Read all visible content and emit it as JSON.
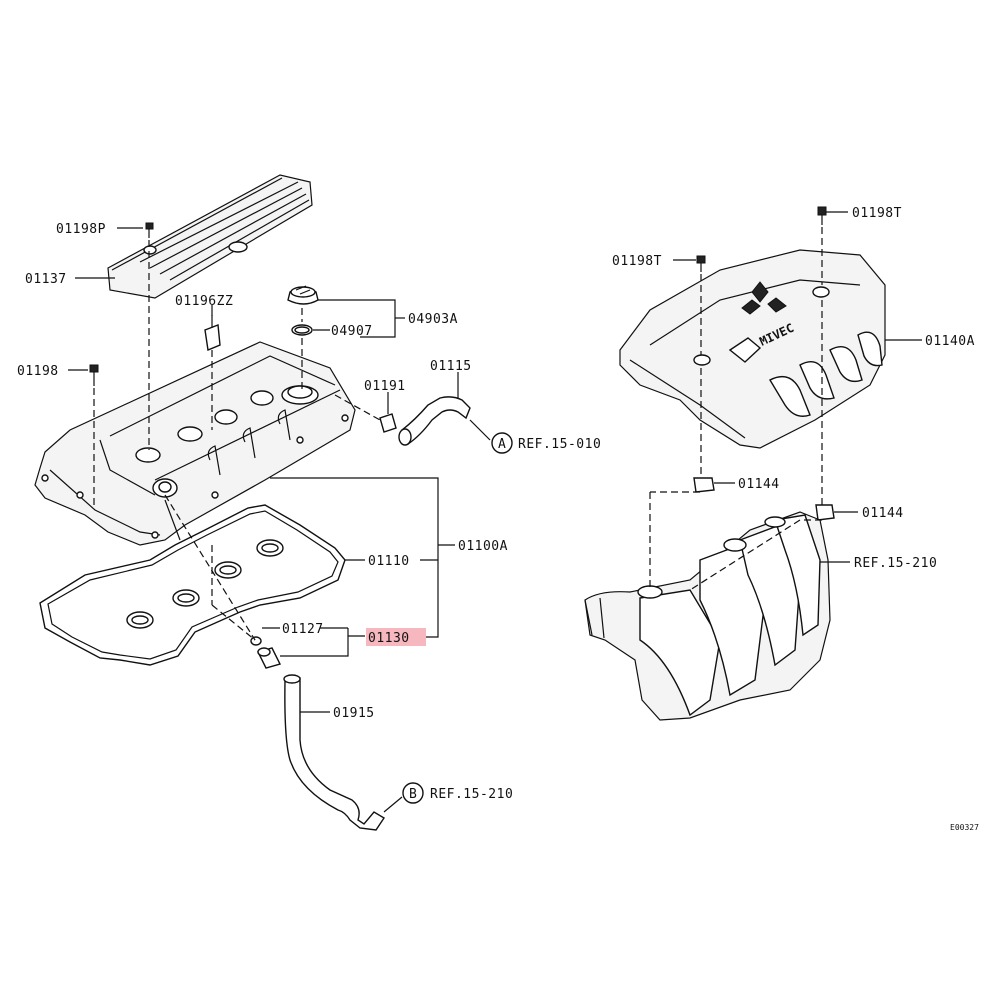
{
  "figure_code": "E00327",
  "colors": {
    "line": "#111111",
    "highlight": "#f6b8be",
    "background": "#ffffff"
  },
  "callouts": {
    "p01198P": "01198P",
    "p01137": "01137",
    "p01196ZZ": "01196ZZ",
    "p04907": "04907",
    "p04903A": "04903A",
    "p01198": "01198",
    "p01191": "01191",
    "p01115": "01115",
    "p01110": "01110",
    "p01100A": "01100A",
    "p01127": "01127",
    "p01130": "01130",
    "p01915": "01915",
    "p01198T_a": "01198T",
    "p01198T_b": "01198T",
    "p01140A": "01140A",
    "p01144_a": "01144",
    "p01144_b": "01144",
    "ref_inlet": "REF.15-210"
  },
  "refs": {
    "a": {
      "marker": "A",
      "text": "REF.15-010"
    },
    "b": {
      "marker": "B",
      "text": "REF.15-210"
    }
  },
  "emblem": {
    "brand_text": "MIVEC"
  },
  "highlighted_part": "01130"
}
